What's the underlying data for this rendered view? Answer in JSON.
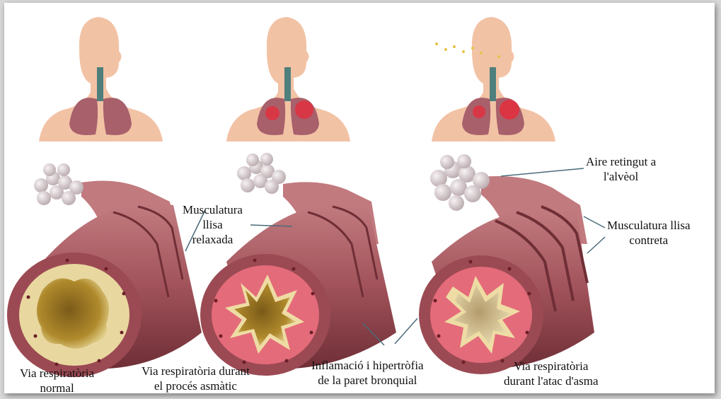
{
  "labels": {
    "muscle_relaxed": [
      "Musculatura",
      "llisa",
      "relaxada"
    ],
    "trapped_air": [
      "Aire retingut a",
      "l'alvèol"
    ],
    "muscle_contracted": [
      "Musculatura llisa",
      "contreta"
    ],
    "normal_airway": [
      "Via respiratòria",
      "normal"
    ],
    "asthmatic_process": [
      "Via respiratòria durant",
      "el procés asmàtic"
    ],
    "inflammation": [
      "Inflamació i hipertròfia",
      "de la paret bronquial"
    ],
    "asthma_attack": [
      "Via respiratòria",
      "durant l'atac d'asma"
    ]
  },
  "colors": {
    "skin": "#f2c2a5",
    "lung": "#a8606b",
    "inflamed": "#e0303f",
    "airway_wall": "#a9585e",
    "airway_dark": "#7a2f3a",
    "lumen": "#b8912f",
    "alveoli": "#ddd4d6"
  }
}
